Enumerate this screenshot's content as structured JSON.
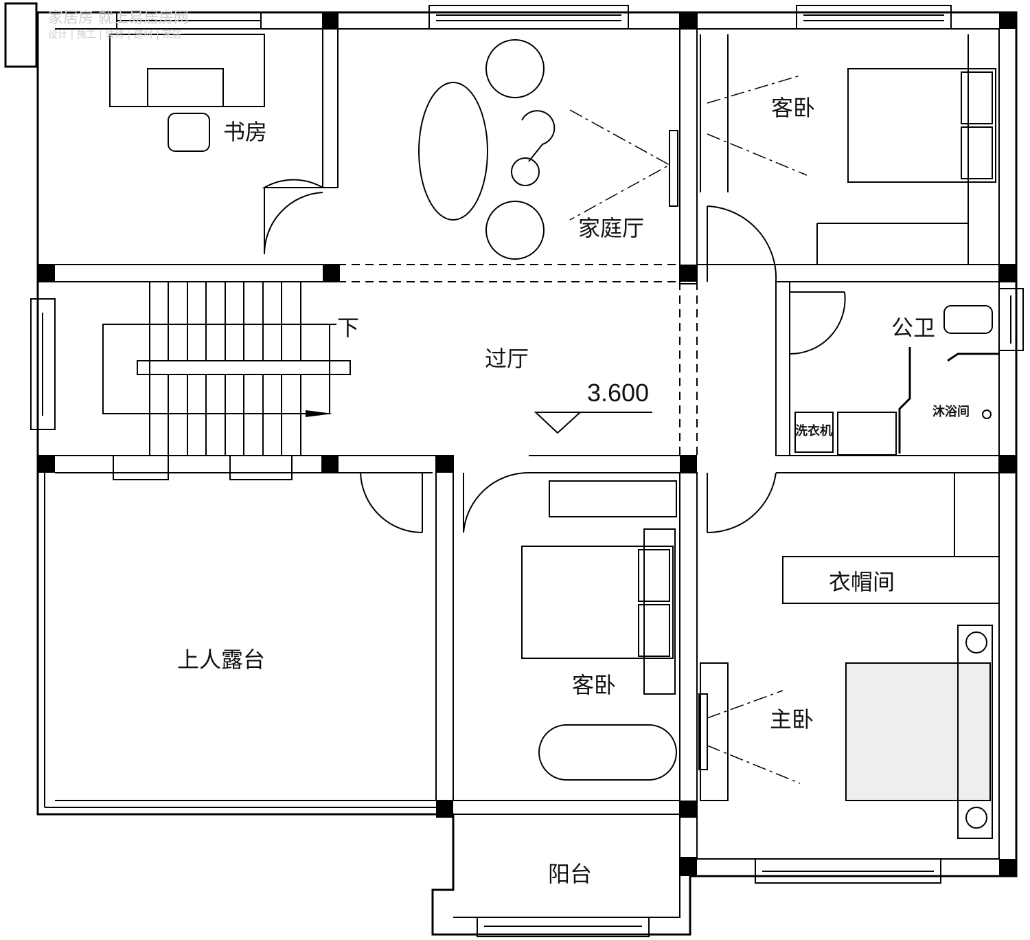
{
  "watermark": {
    "line1": "家居房 就上易居房网",
    "line2": "设计 | 施工 | 装修 | 建材 | 家居"
  },
  "rooms": {
    "study": "书房",
    "family_hall": "家庭厅",
    "guest_bedroom_north": "客卧",
    "lobby": "过厅",
    "public_bath": "公卫",
    "shower": "沐浴间",
    "washing_machine": "洗衣机",
    "closet": "衣帽间",
    "roof_terrace": "上人露台",
    "guest_bedroom_south": "客卧",
    "master_bedroom": "主卧",
    "balcony": "阳台"
  },
  "stair_direction": "下",
  "elevation": "3.600"
}
